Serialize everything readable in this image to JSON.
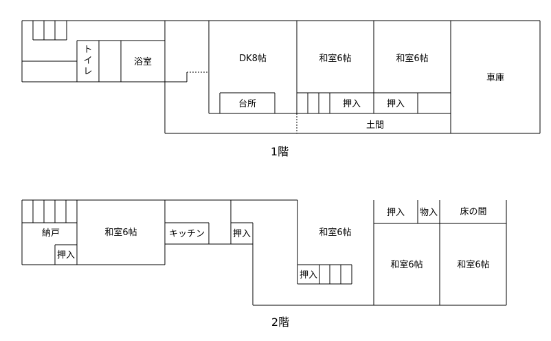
{
  "colors": {
    "background": "#ffffff",
    "line": "#000000",
    "text": "#000000"
  },
  "floor1": {
    "caption": "1階",
    "labels": {
      "toilet": "トイレ",
      "bathroom": "浴室",
      "dk": "DK8帖",
      "daidokoro": "台所",
      "washitsu_a": "和室6帖",
      "washitsu_b": "和室6帖",
      "oshiire_a": "押入",
      "oshiire_b": "押入",
      "doma": "土間",
      "garage": "車庫"
    }
  },
  "floor2": {
    "caption": "2階",
    "labels": {
      "nando": "納戸",
      "nando_oshiire": "押入",
      "washitsu_left": "和室6帖",
      "kitchen": "キッチン",
      "hall_oshiire": "押入",
      "washitsu_center": "和室6帖",
      "center_oshiire": "押入",
      "row_oshiire": "押入",
      "monoire": "物入",
      "tokonoma": "床の間",
      "washitsu_mid": "和室6帖",
      "washitsu_right": "和室6帖"
    }
  }
}
